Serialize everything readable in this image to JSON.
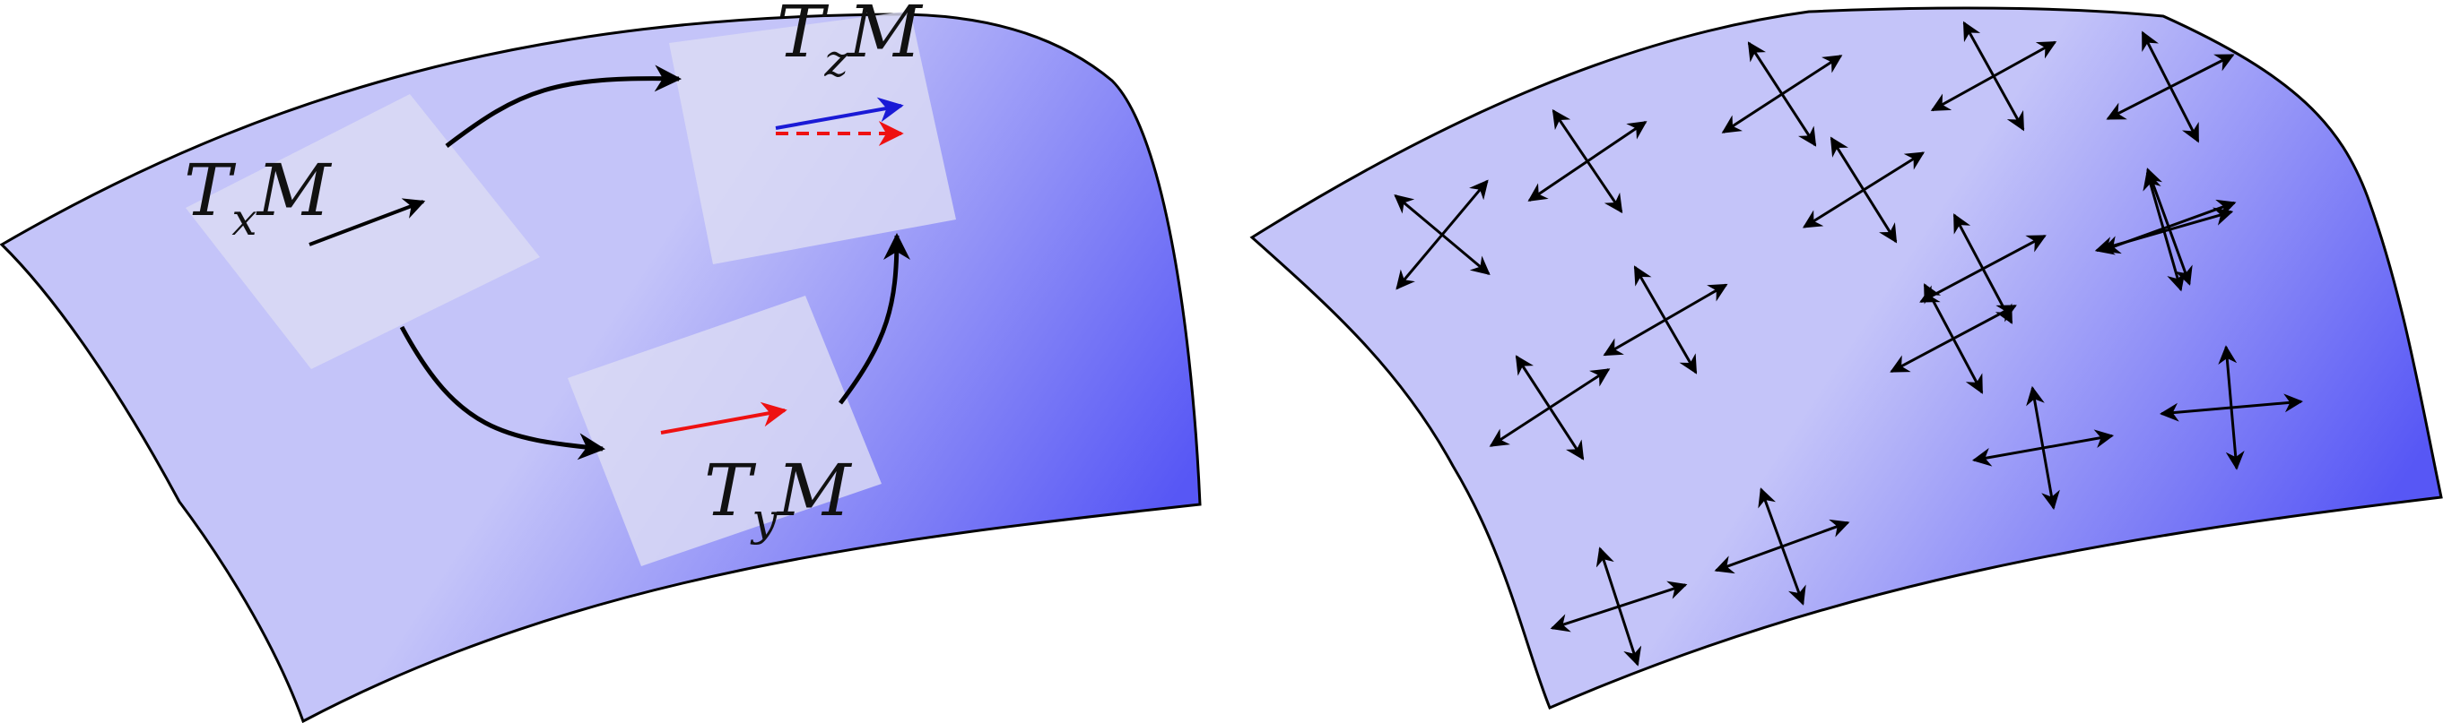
{
  "diagram": {
    "left_panel": {
      "tangent_spaces": [
        {
          "id": "x",
          "symbol": "T",
          "subscript": "x",
          "manifold": "M"
        },
        {
          "id": "y",
          "symbol": "T",
          "subscript": "y",
          "manifold": "M"
        },
        {
          "id": "z",
          "symbol": "T",
          "subscript": "z",
          "manifold": "M"
        }
      ]
    },
    "right_panel": {
      "frame_count": 16
    },
    "colors": {
      "surface_light": "#c4c4f9",
      "surface_dark": "#5757f5",
      "tangent_plane": "#dcdcf4",
      "outline": "#000000",
      "arrow_black": "#000000",
      "arrow_red": "#ee1111",
      "arrow_blue": "#1a1ad6"
    }
  }
}
